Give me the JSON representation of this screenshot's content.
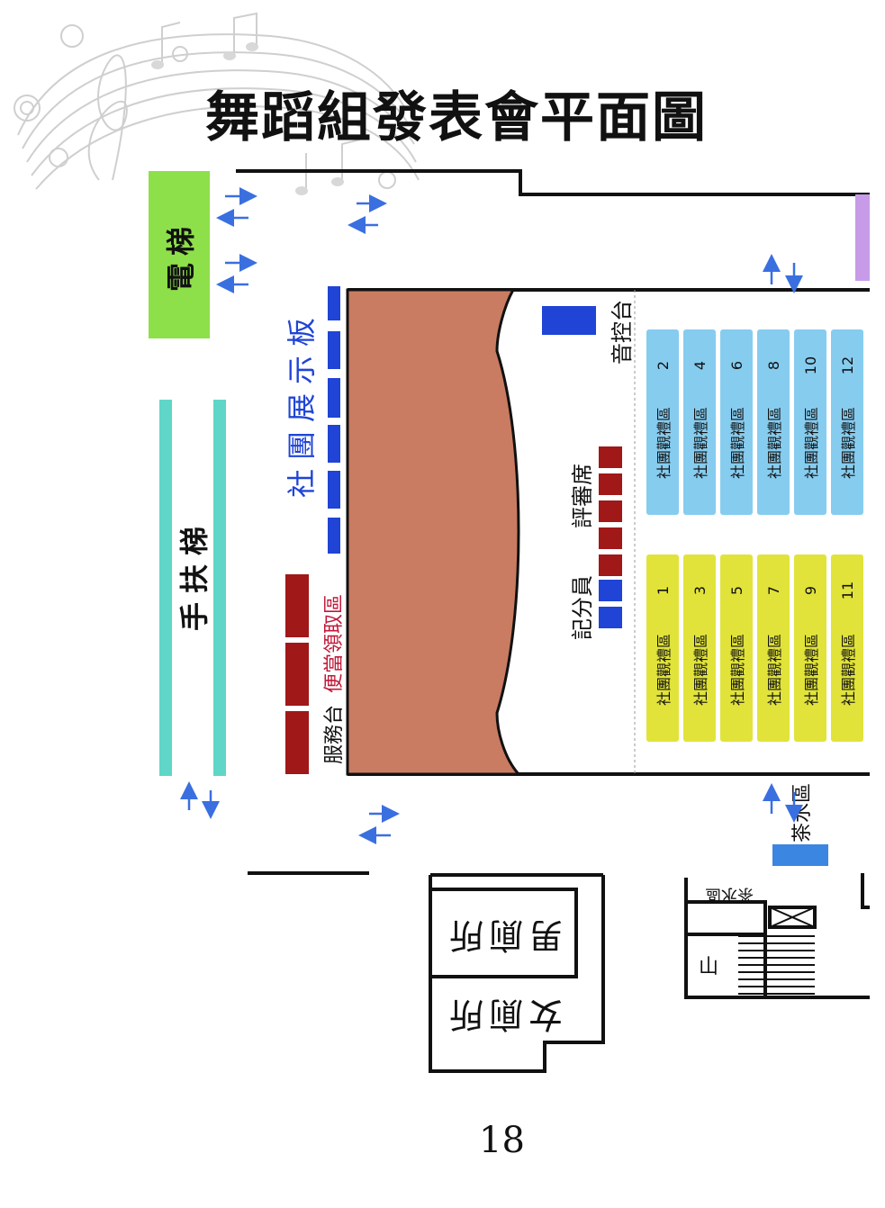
{
  "title": "舞蹈組發表會平面圖",
  "page_number": "18",
  "areas": {
    "elevator": "電梯",
    "escalator": "手扶梯",
    "club_display_board": "社團展示板",
    "service_desk": "服務台",
    "bento_pickup": "便當領取區",
    "sound_control": "音控台",
    "judges_seats": "評審席",
    "scorekeeper": "記分員",
    "tea_area": "茶水區",
    "tea_area_room": "茶水區",
    "mens_restroom": "男廁所",
    "womens_restroom": "女廁所",
    "stairs_label": "山"
  },
  "viewing_sections": {
    "top_row": [
      {
        "label": "社團觀禮區",
        "number": "2"
      },
      {
        "label": "社團觀禮區",
        "number": "4"
      },
      {
        "label": "社團觀禮區",
        "number": "6"
      },
      {
        "label": "社團觀禮區",
        "number": "8"
      },
      {
        "label": "社團觀禮區",
        "number": "10"
      },
      {
        "label": "社團觀禮區",
        "number": "12"
      }
    ],
    "bottom_row": [
      {
        "label": "社團觀禮區",
        "number": "1"
      },
      {
        "label": "社團觀禮區",
        "number": "3"
      },
      {
        "label": "社團觀禮區",
        "number": "5"
      },
      {
        "label": "社團觀禮區",
        "number": "7"
      },
      {
        "label": "社團觀禮區",
        "number": "9"
      },
      {
        "label": "社團觀禮區",
        "number": "11"
      }
    ]
  },
  "colors": {
    "elevator": "#8ee04a",
    "escalator": "#5fd6c8",
    "stage": "#c97c62",
    "display_board": "#1f44d6",
    "red_block": "#a01818",
    "blue_block": "#1f44d6",
    "seat_blue": "#86ccef",
    "seat_yellow": "#e1e33a",
    "arrow": "#3a6fe0",
    "purple": "#c79be8"
  }
}
